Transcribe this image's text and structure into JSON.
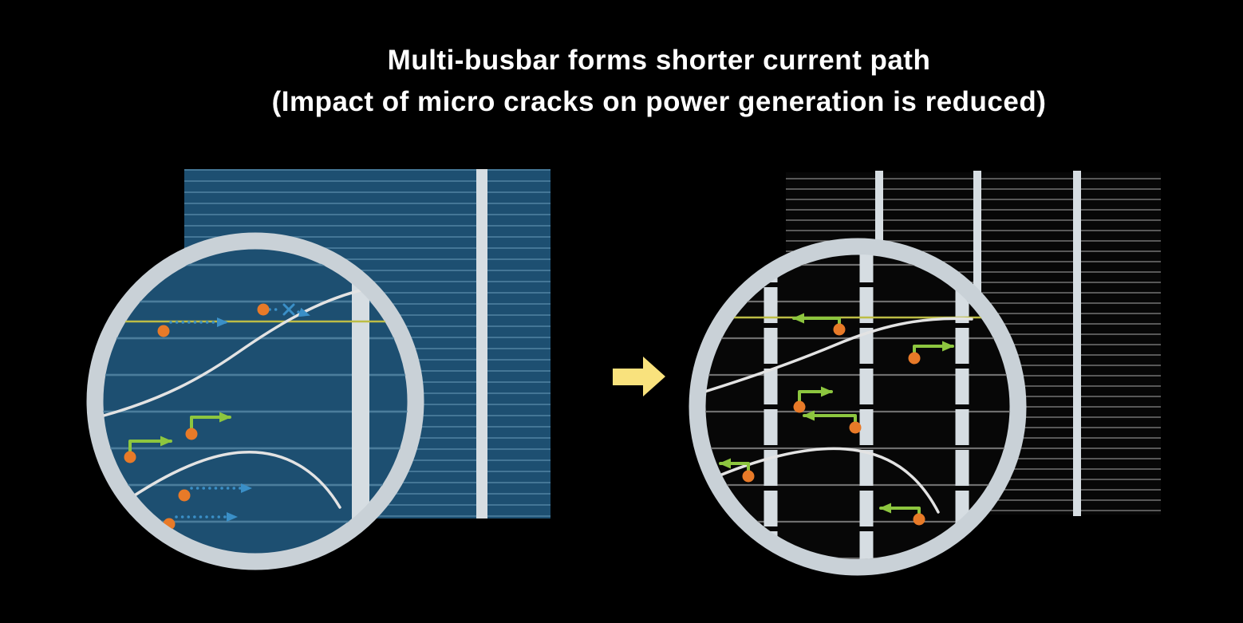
{
  "title": {
    "line1": "Multi-busbar forms shorter current path",
    "line2": "(Impact of micro cracks on power generation is reduced)"
  },
  "panels": {
    "left": {
      "name": "standard-busbar-cell",
      "busbars_visible": 1
    },
    "right": {
      "name": "multi-busbar-cell",
      "busbars_visible": 3
    }
  },
  "transition": {
    "symbol": "right-arrow"
  },
  "colors": {
    "background": "#000000",
    "title_text": "#ffffff",
    "left_cell": "#1d4f71",
    "finger_line_left": "#4b7d9c",
    "right_cell": "#070707",
    "finger_line_right": "#8f8f8f",
    "zoom_line_right": "#6e6e6e",
    "busbar": "#d6dde2",
    "magnifier_ring": "#c9d1d7",
    "crack": "#e3e3e3",
    "current_dot": "#e87a28",
    "long_path": "#3a8fc7",
    "short_path": "#8dc63f",
    "highlight_line": "#bdbd45",
    "arrow": "#f9e27d"
  }
}
